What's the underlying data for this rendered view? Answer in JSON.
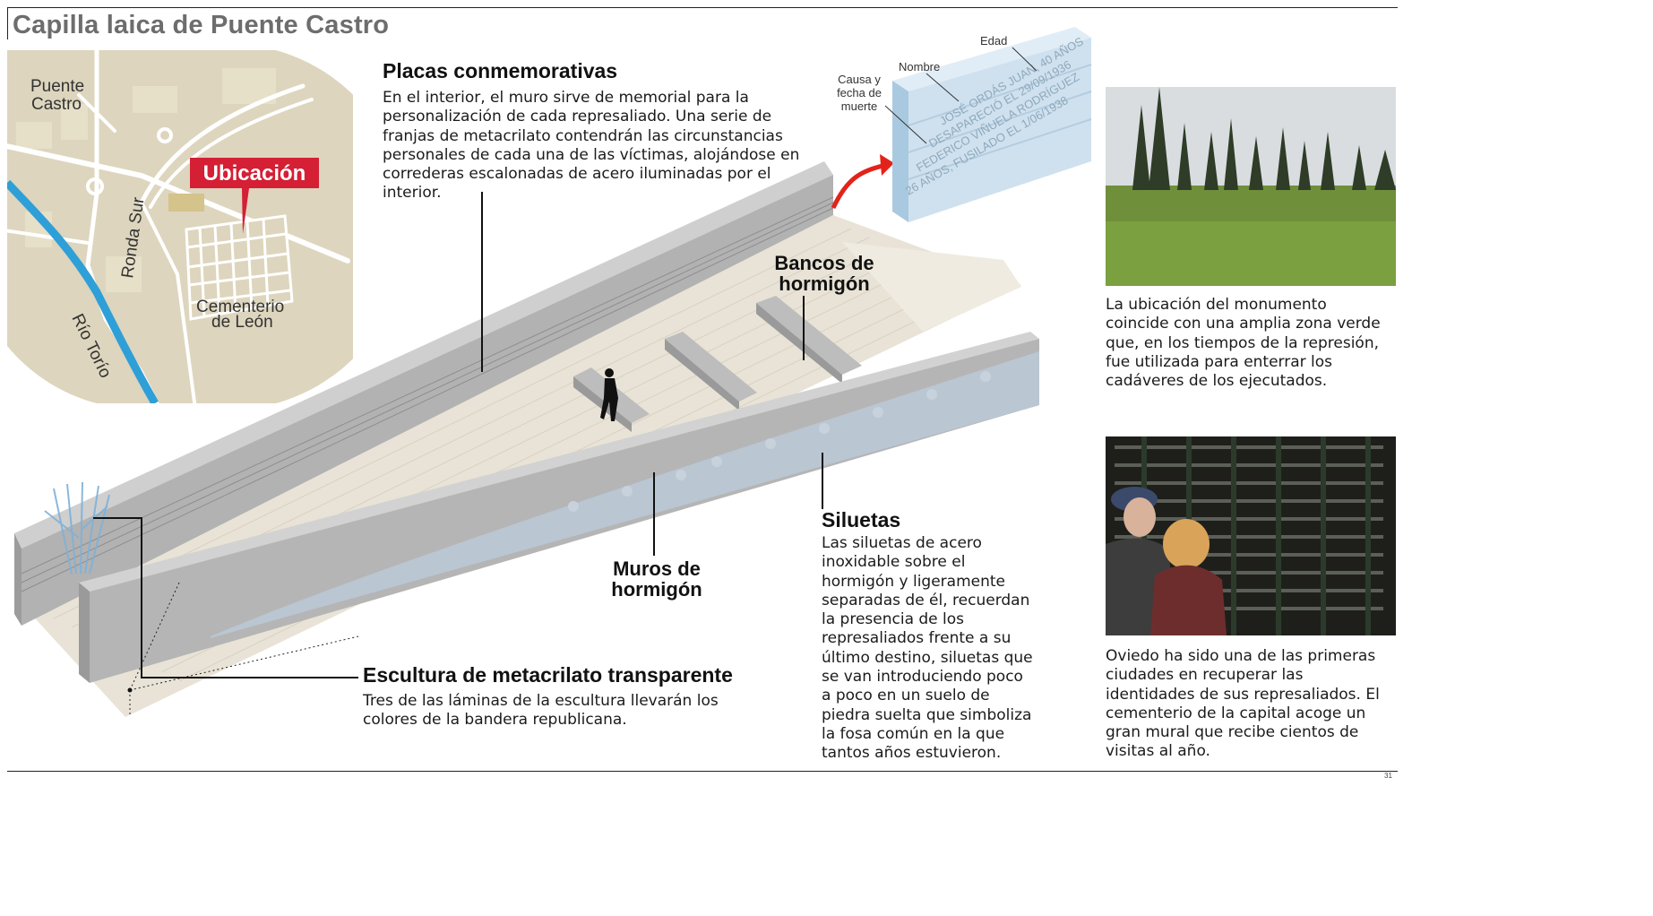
{
  "title": "Capilla laica de Puente Castro",
  "map": {
    "place_puente_castro": [
      "Puente",
      "Castro"
    ],
    "label_ubicacion": "Ubicación",
    "label_ronda_sur": "Ronda Sur",
    "label_rio_torio": "Río Torío",
    "label_cementerio": [
      "Cementerio",
      "de León"
    ],
    "accent_color": "#d41f35",
    "road_color": "#ffffff",
    "land_color": "#ddd5bd",
    "river_color": "#2f9fd8"
  },
  "placas": {
    "heading": "Placas conmemorativas",
    "text": "En el interior, el muro sirve de memorial para la personalización de cada represaliado. Una serie de franjas de metacrilato contendrán las circunstancias personales de cada una de las víctimas, alojándose en correderas escalonadas de acero iluminadas por el interior."
  },
  "plaque": {
    "label_edad": "Edad",
    "label_nombre": "Nombre",
    "label_causa": "Causa y fecha de muerte",
    "lines": [
      "JOSÉ ORDÁS JUAN, 40 AÑOS",
      "DESAPARECIÓ EL 29/09/1936",
      "FEDERICO VIÑUELA RODRÍGUEZ",
      "26 AÑOS, FUSILADO EL 1/06/1938"
    ]
  },
  "bancos_label": "Bancos de hormigón",
  "muros_label": "Muros de hormigón",
  "escultura": {
    "heading": "Escultura de metacrilato transparente",
    "text": "Tres de las láminas de la escultura llevarán los colores de la bandera republicana."
  },
  "siluetas": {
    "heading": "Siluetas",
    "text": "Las siluetas de acero inoxidable sobre el hormigón y ligeramente separadas de él, recuerdan la presencia de los represaliados frente a su último destino, siluetas que se van introduciendo poco a poco en un suelo de piedra suelta que simboliza la fosa común en la que tantos años estuvieron."
  },
  "photo1": {
    "caption": "La ubicación del monumento coincide con una amplia zona verde que, en los tiempos de la represión, fue utilizada para enterrar los cadáveres de los ejecutados."
  },
  "photo2": {
    "caption": "Oviedo ha sido una de las primeras ciudades en recuperar las identidades de sus represaliados. El cementerio de la capital acoge un gran mural que recibe cientos de visitas al año."
  },
  "colors": {
    "wall": "#a9a9a9",
    "wall_top": "#c9c9c9",
    "floor": "#e8e3d6",
    "silhouette": "#b9c6d3",
    "arrow": "#e2231a",
    "plaque": "#cfe1ef"
  },
  "page_number": "31"
}
